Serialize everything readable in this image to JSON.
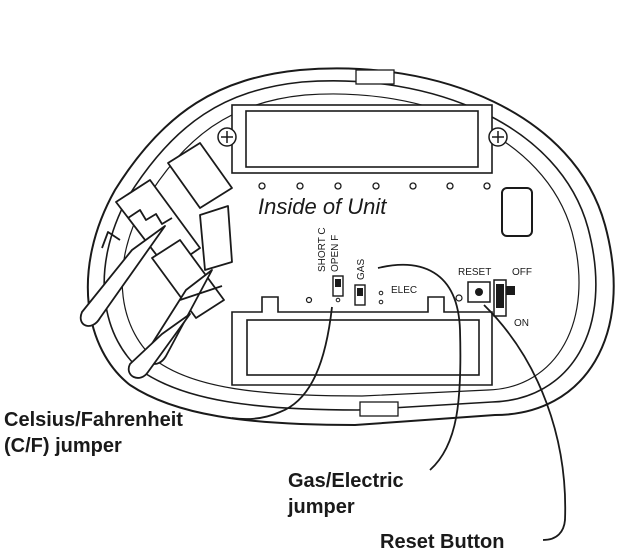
{
  "diagram": {
    "title_inside": "Inside of Unit",
    "board_labels": {
      "short_c": "SHORT C",
      "open_f": "OPEN F",
      "gas": "GAS",
      "elec": "ELEC",
      "reset": "RESET",
      "off": "OFF",
      "on": "ON"
    },
    "callouts": {
      "cf_line1": "Celsius/Fahrenheit",
      "cf_line2": "(C/F) jumper",
      "ge_line1": "Gas/Electric",
      "ge_line2": "jumper",
      "reset_button": "Reset Button"
    },
    "colors": {
      "ink": "#1a1a1a",
      "background": "#ffffff"
    }
  }
}
